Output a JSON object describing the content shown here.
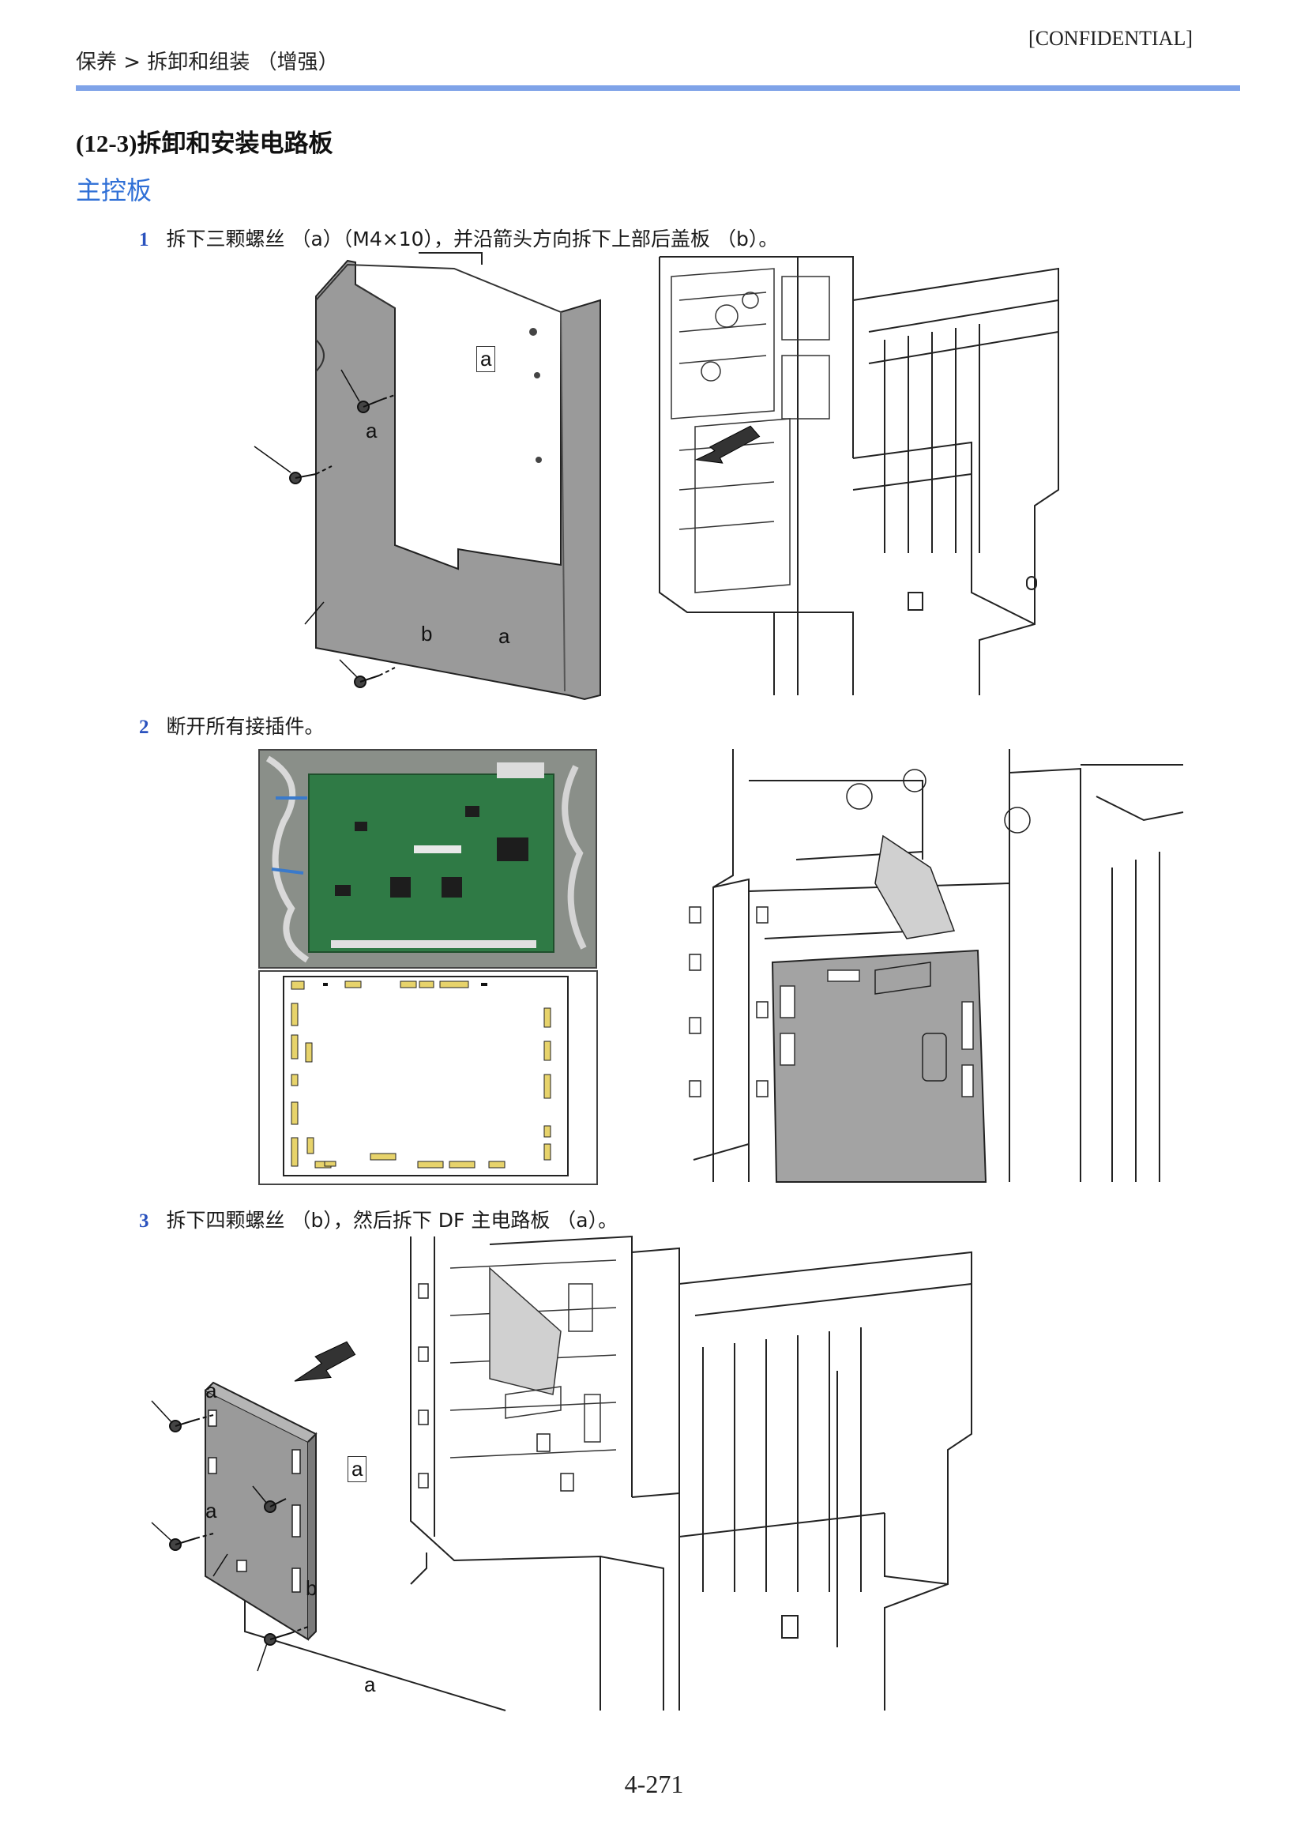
{
  "header": {
    "breadcrumb": "保养 > 拆卸和组装 （增强）",
    "confidential": "[CONFIDENTIAL]"
  },
  "section": {
    "title_num": "(12-3)",
    "title_text": "拆卸和安装电路板",
    "subtitle": "主控板"
  },
  "steps": [
    {
      "num": "1",
      "text": "拆下三颗螺丝 （a）（M4×10），并沿箭头方向拆下上部后盖板 （b）。"
    },
    {
      "num": "2",
      "text": "断开所有接插件。"
    },
    {
      "num": "3",
      "text": "拆下四颗螺丝 （b），然后拆下 DF 主电路板 （a）。"
    }
  ],
  "figure1": {
    "callouts": [
      "a",
      "a",
      "a",
      "b"
    ]
  },
  "figure3": {
    "callouts": [
      "a",
      "a",
      "a",
      "a",
      "b"
    ]
  },
  "footer": {
    "page_number": "4-271"
  }
}
